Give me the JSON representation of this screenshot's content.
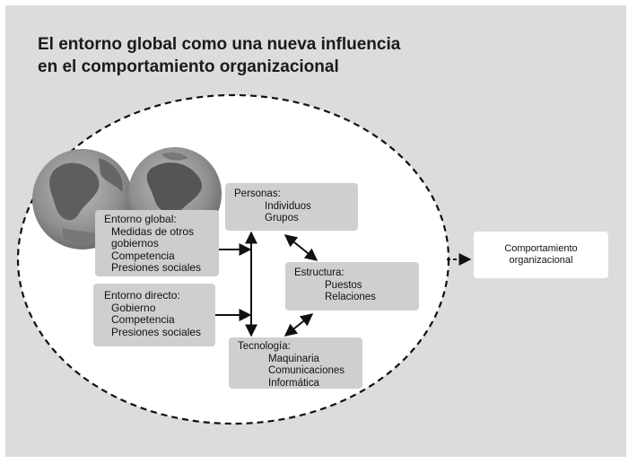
{
  "title": {
    "line1": "El entorno global como una nueva influencia",
    "line2": "en el comportamiento organizacional"
  },
  "entorno_global": {
    "header": "Entorno global:",
    "items": [
      "Medidas de otros",
      "gobiernos",
      "Competencia",
      "Presiones sociales"
    ]
  },
  "entorno_directo": {
    "header": "Entorno directo:",
    "items": [
      "Gobierno",
      "Competencia",
      "Presiones sociales"
    ]
  },
  "personas": {
    "header": "Personas:",
    "items": [
      "Individuos",
      "Grupos"
    ]
  },
  "estructura": {
    "header": "Estructura:",
    "items": [
      "Puestos",
      "Relaciones"
    ]
  },
  "tecnologia": {
    "header": "Tecnología:",
    "items": [
      "Maquinaria",
      "Comunicaciones",
      "Informática"
    ]
  },
  "outcome": {
    "line1": "Comportamiento",
    "line2": "organizacional"
  },
  "icons": [
    "globe-icon"
  ],
  "colors": {
    "panel": "#dcdcdc",
    "boxes": "#cfcfcf",
    "ellipse": "#ffffff",
    "line": "#111111"
  }
}
